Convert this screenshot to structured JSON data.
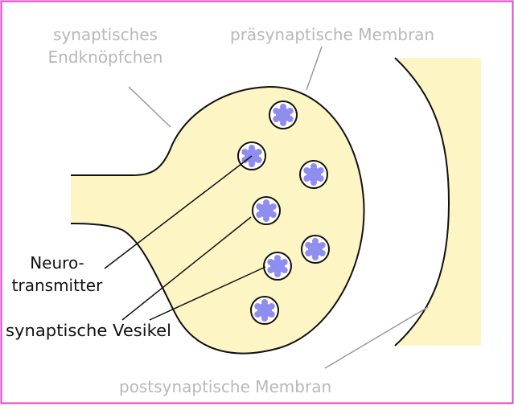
{
  "diagram": {
    "labels": {
      "terminal_line1": "synaptisches",
      "terminal_line2": "Endknöpfchen",
      "presynaptic_membrane": "präsynaptische Membran",
      "neurotransmitter_line1": "Neuro-",
      "neurotransmitter_line2": "transmitter",
      "synaptic_vesicles": "synaptische Vesikel",
      "postsynaptic_membrane": "postsynaptische Membran"
    },
    "colors": {
      "frame": "#e040c8",
      "cytoplasm": "#fdf5c4",
      "outline": "#111111",
      "vesicle_fill": "#ffffff",
      "neurotransmitter": "#8f8ef0",
      "grey_label": "#b8b8b8",
      "grey_leader": "#9a9a9a"
    },
    "vesicle_count": 7
  }
}
